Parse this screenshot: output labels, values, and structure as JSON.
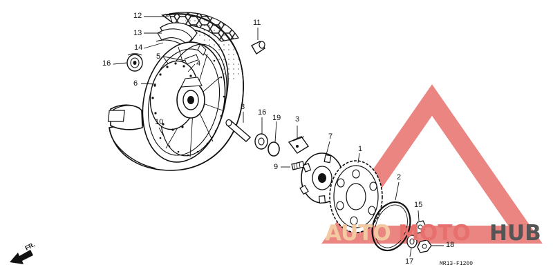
{
  "diagram": {
    "callouts": [
      {
        "id": "12",
        "label": "12"
      },
      {
        "id": "13",
        "label": "13"
      },
      {
        "id": "14",
        "label": "14"
      },
      {
        "id": "5",
        "label": "5"
      },
      {
        "id": "16a",
        "label": "16"
      },
      {
        "id": "4",
        "label": "4"
      },
      {
        "id": "6",
        "label": "6"
      },
      {
        "id": "10",
        "label": "10"
      },
      {
        "id": "11",
        "label": "11"
      },
      {
        "id": "8",
        "label": "8"
      },
      {
        "id": "16b",
        "label": "16"
      },
      {
        "id": "19",
        "label": "19"
      },
      {
        "id": "3",
        "label": "3"
      },
      {
        "id": "9",
        "label": "9"
      },
      {
        "id": "7",
        "label": "7"
      },
      {
        "id": "1",
        "label": "1"
      },
      {
        "id": "2",
        "label": "2"
      },
      {
        "id": "15",
        "label": "15"
      },
      {
        "id": "18",
        "label": "18"
      },
      {
        "id": "17",
        "label": "17"
      }
    ],
    "direction_label": "FR.",
    "drawing_code": "MR13-F1200"
  },
  "watermark": {
    "part1": "AUTO",
    "part2": "MOTO",
    "part3": "HUB",
    "color_accent": "#e8706c",
    "color_light": "#f2c9a0",
    "color_dark": "#555555"
  }
}
